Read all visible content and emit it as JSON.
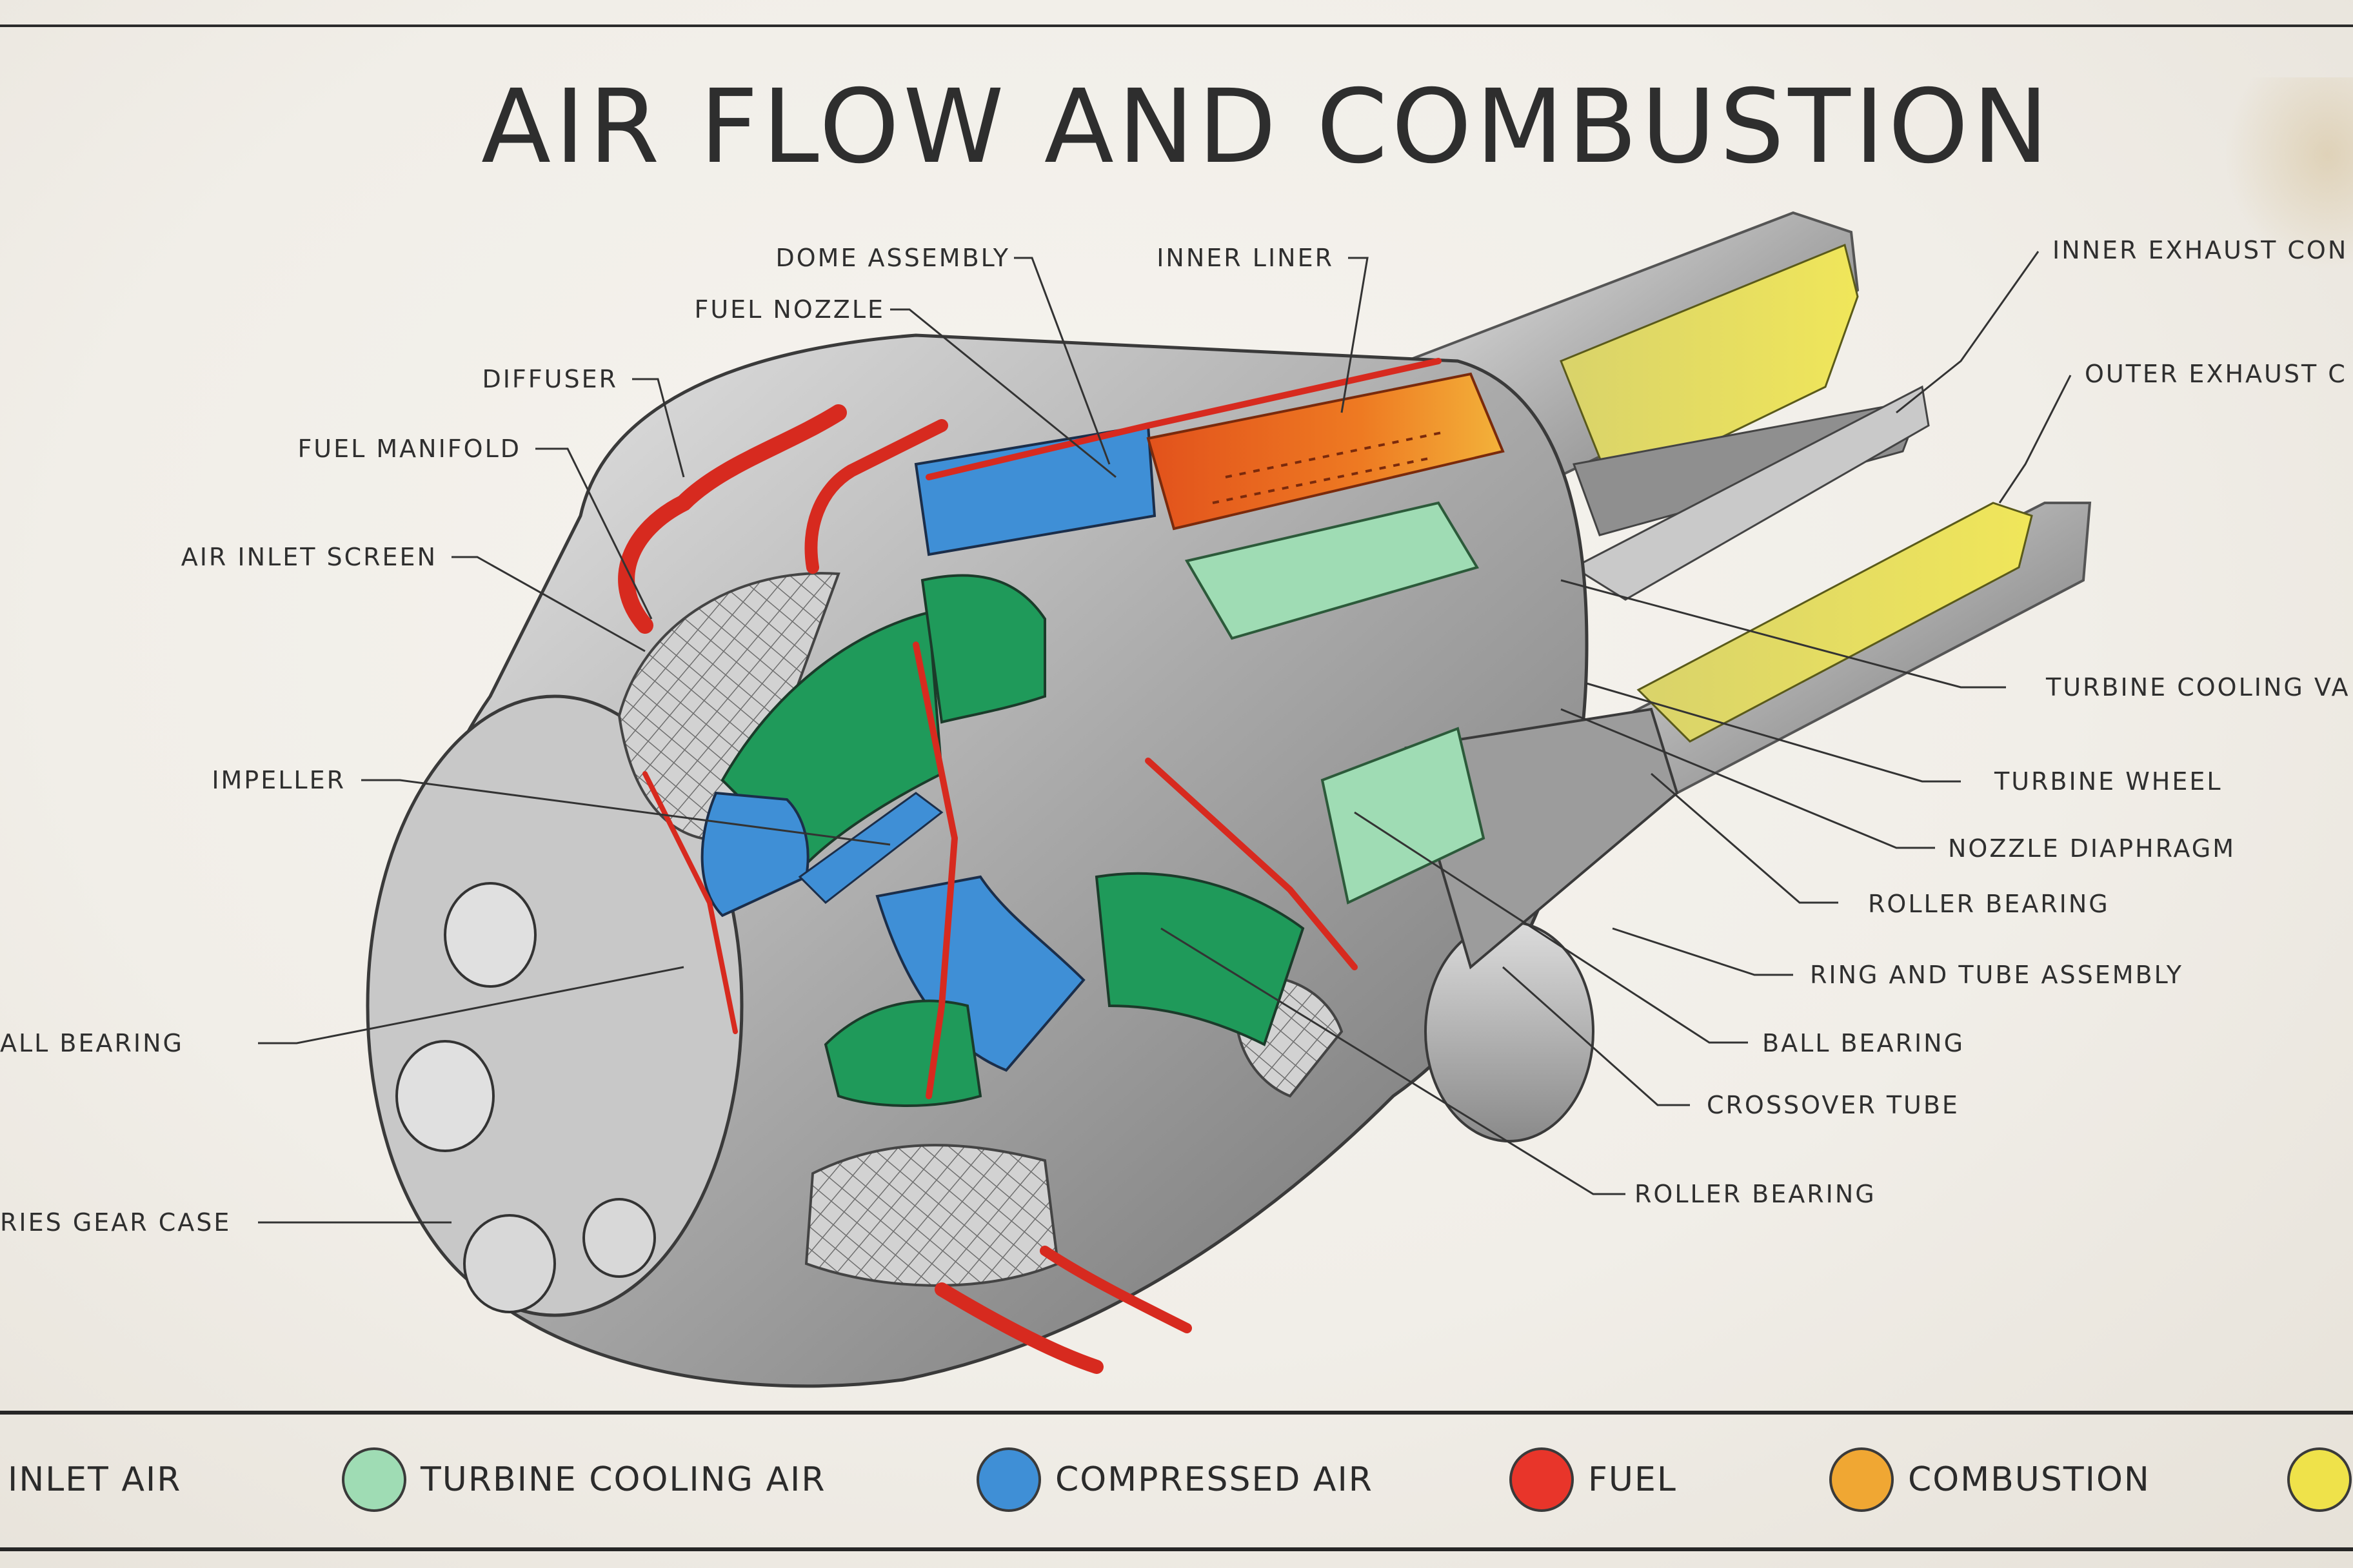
{
  "title": "AIR FLOW AND COMBUSTION",
  "callouts": {
    "dome_assembly": "DOME ASSEMBLY",
    "inner_liner": "INNER LINER",
    "fuel_nozzle": "FUEL NOZZLE",
    "diffuser": "DIFFUSER",
    "fuel_manifold": "FUEL MANIFOLD",
    "air_inlet_screen": "AIR INLET SCREEN",
    "impeller": "IMPELLER",
    "ball_bearing_left": "ALL BEARING",
    "accessories_gear_case": "RIES GEAR CASE",
    "inner_exhaust_cone": "INNER EXHAUST CON",
    "outer_exhaust_cone": "OUTER EXHAUST C",
    "turbine_cooling_vanes": "TURBINE COOLING VA",
    "turbine_wheel": "TURBINE WHEEL",
    "nozzle_diaphragm": "NOZZLE DIAPHRAGM",
    "roller_bearing_upper": "ROLLER BEARING",
    "ring_and_tube_assembly": "RING AND TUBE ASSEMBLY",
    "ball_bearing_right": "BALL BEARING",
    "crossover_tube": "CROSSOVER TUBE",
    "roller_bearing_lower": "ROLLER BEARING"
  },
  "legend": [
    {
      "label": "INLET AIR",
      "color": "#f2f2f2"
    },
    {
      "label": "TURBINE COOLING AIR",
      "color": "#9fdcb4"
    },
    {
      "label": "COMPRESSED AIR",
      "color": "#3f8fd6"
    },
    {
      "label": "FUEL",
      "color": "#e8352a"
    },
    {
      "label": "COMBUSTION",
      "color": "#f0a733"
    },
    {
      "label": "",
      "color": "#efe24a"
    }
  ],
  "colors": {
    "inlet_screen": "#bfbfbf",
    "cooling_air": "#9fdcb4",
    "compressed_air": "#3f8fd6",
    "fuel": "#e8352a",
    "combustion": "#ea6a1f",
    "exhaust": "#e6dc3c",
    "impeller_green": "#1f9a5a",
    "casing": "#b9b9b9"
  }
}
